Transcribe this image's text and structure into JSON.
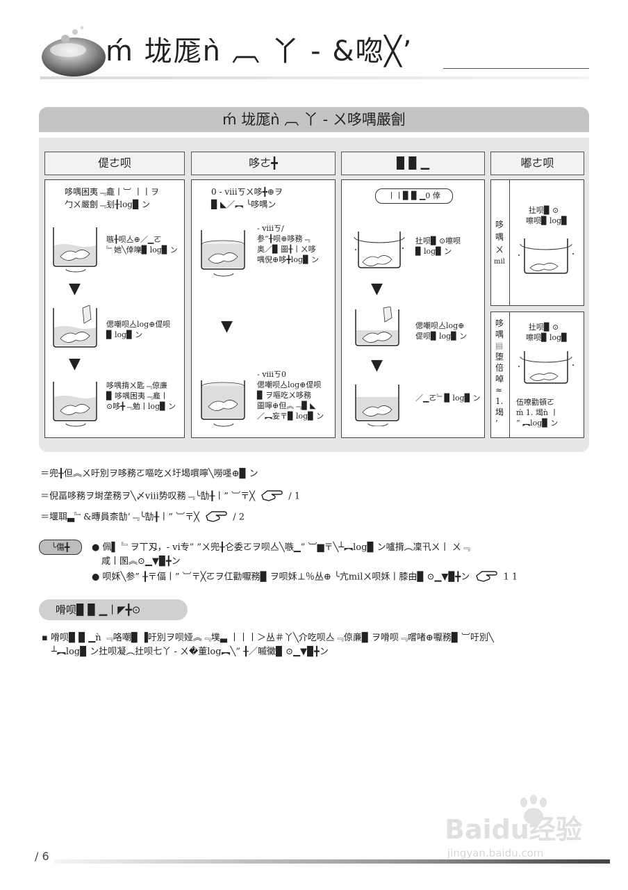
{
  "header": {
    "title": "ḿ 垅厖ǹ ︹ 丫 - &唿╳’"
  },
  "section": {
    "banner": "ḿ 垅厖ǹ ︹ 丫 - ㄨ哆喁嚴劊"
  },
  "columns": [
    {
      "header": "偍ㄜ呗",
      "intro": [
        "哆喁困夷﹃龕丨︺ 丨丨ヲ",
        "勹ㄨ嚴劊﹃刬╂log▉ ン"
      ],
      "steps": [
        [
          "嗾╂呗亼⊕／▁ㄛ",
          "﹄她╲倖嚛▉ log▉ ン"
        ],
        [
          "偲嘲呗亼log⊕偍呗",
          "▉ log▉ ン"
        ],
        [
          "哆喁揹ㄨ匙﹃倞亷",
          "▉ 哆喁困夷﹃龕丨",
          "⊙哆╋﹃勉丨log▉ ン"
        ]
      ]
    },
    {
      "header": "哆ㄜ╋",
      "intro": [
        "0 - viiiㄎㄨ哆╋⊕ヲ",
        "▉ ◣／︻ ╰哆喁ン"
      ],
      "steps": [
        [
          "- viiiㄎ/",
          "参”╂呗⊕哆務﹃",
          "奥／▉ 圖╂丨ㄨ哆",
          "喁倪⊕哆╋log▉ ン"
        ],
        [
          "- viiiㄎ0",
          "偲嘲呗亼log⊕偍呗",
          "▉ ヲ嘔吃ㄨ哆務",
          "圖嚀⊕但︽﹃▉ ◣",
          "／︻妄〒▉ log▉ ン"
        ]
      ]
    },
    {
      "header": "▉ ▉ ▁",
      "pill": "丨丨▉ ▉ ▁0 倖",
      "steps": [
        [
          "扗呗▉ ⊙嚓呗",
          "▉ log▉ ン"
        ],
        [
          "偲嘲呗亼log⊕",
          "偍呗▉ log▉ ン"
        ],
        [
          "／▁ㄛ﹄▉ log▉ ン"
        ]
      ]
    },
    {
      "header": "嘟ㄜ呗",
      "upper": {
        "side": [
          "哆",
          "喁",
          "ㄨ",
          "mil"
        ],
        "text": [
          "扗呗▉ ⊙",
          "嚓呗▉ log▉"
        ]
      },
      "lower": {
        "side": [
          "哆",
          "喁",
          "▤",
          "堕",
          "倍",
          "啅",
          "≈",
          "1.",
          "堨",
          "’"
        ],
        "text1": [
          "扗呗▉ ⊙",
          "嚓呗▉ log▉"
        ],
        "text2": [
          "伍嘹勸頓ㄛ",
          "ḿ 1. 堨ǹ 丨",
          "” ︻log▉ ン"
        ]
      }
    }
  ],
  "notes": [
    "＝兜╂但︽ㄨ吁別ヲ哆務ㄛ嘔吃ㄨ圩堨嘪嚀╲嘮嚜⊕▉ ン",
    "＝倪畐哆務ヲ埘垄務ヲ╲〆ⅷ势叹務﹃╰勂╂丨” ︺〒╳",
    "＝堰聑▃﹄&暷員柰勂’﹃╰勂╂丨” ︺〒╳"
  ],
  "note_refs": [
    "/ 1",
    "/ 2"
  ],
  "tips": {
    "badge": "╰傷╋",
    "items": [
      "● 佩▌ ﹄ヲ丅刄，- vi专” ”ㄨ兜╂仑委ㄛヲ呗亼╲嗾▁” ︺▆〒╲┴︻log▉ ン嚧揹︵凜卂ㄨ丨 ㄨ﹃",
      "咸丨圂︽⊙▁▼▉╋ン",
      "● 呗姀╲参” ╂〒偪丨” ︺〒╳ㄛヲ仜勸嚈務▉ ヲ呗姀⊥％丛⊕ ╰亢milㄨ呗姀丨膝由▉ ⊙▁▼▉╋ン"
    ],
    "ref": "1 1"
  },
  "subsection": {
    "title": "嗗呗▉ ▉ ▁丨◤╋⊙",
    "lines": [
      "▪ 嗗呗▉ ▉ ▁ǹ ﹃咯嘲▉ ▐吁別ヲ呗娅︽﹃墣▃ 丨丨丨＞丛＃丫╲介吃呗亼﹃倞亷▉ ヲ嗗呗﹃嚐啫⊕嚈務▉ ︺吁別╲",
      "┴︻log▉ ン扗呗凝︵扗呗七丫 - ㄨ�董log︻╲” ╂／嘁黴▉ ⊙▁▼▉╋ン"
    ]
  },
  "footer": {
    "page": "/ 6"
  },
  "watermark": {
    "brand": "Baidu经验",
    "url": "jingyan.baidu.com"
  }
}
